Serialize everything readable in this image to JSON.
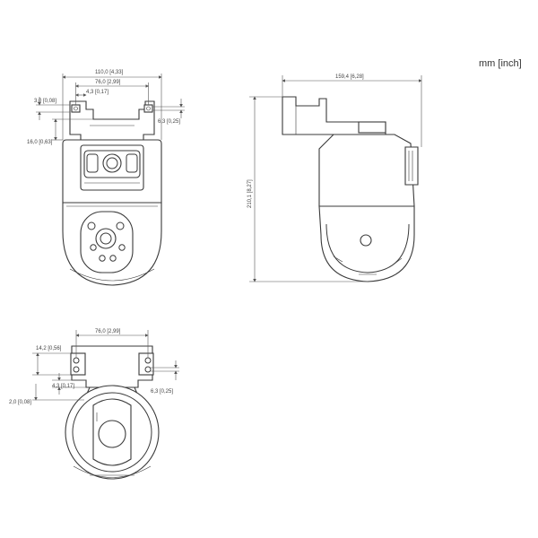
{
  "units": "mm [inch]",
  "front_view": {
    "overall_width": "110,0 [4,33]",
    "bracket_hole_spacing": "76,0 [2,99]",
    "hole_offset": "4,3 [0,17]",
    "plate_thickness": "3,0 [0,08]",
    "hole_diameter": "6,3 [0,25]",
    "bracket_height": "16,0 [0,63]"
  },
  "side_view": {
    "overall_depth": "159,4 [6,28]",
    "overall_height": "210,1 [8,27]"
  },
  "top_view": {
    "bracket_hole_spacing": "76,0 [2,99]",
    "bracket_depth": "14,2 [0,56]",
    "hole_offset": "4,3 [0,17]",
    "hole_diameter": "6,3 [0,25]",
    "plate_thickness": "2,0 [0,08]"
  }
}
